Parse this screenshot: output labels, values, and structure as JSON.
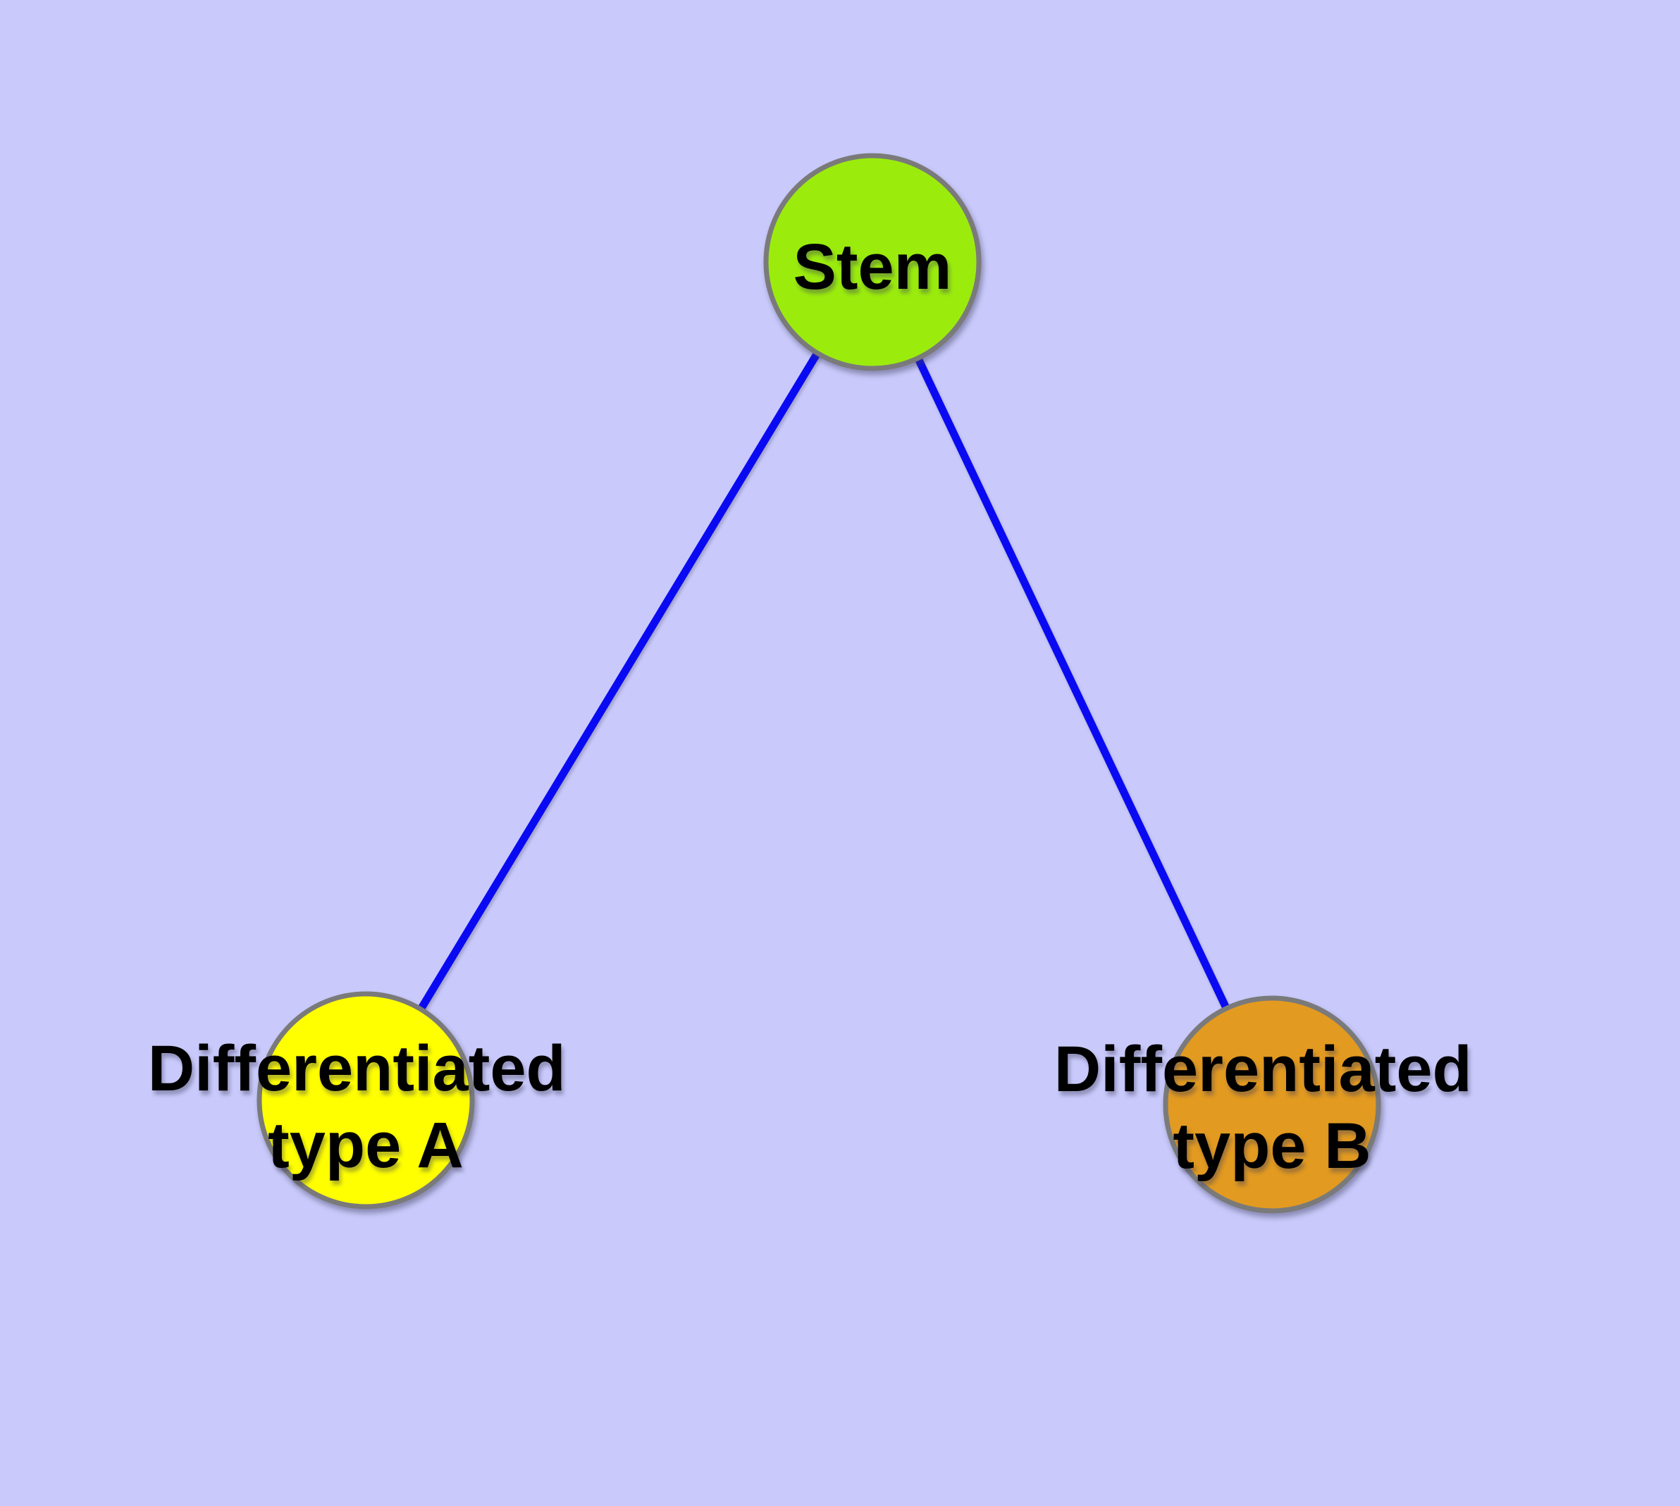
{
  "canvas": {
    "background_color": "#C9CAFB"
  },
  "graph": {
    "type": "node-link-diagram",
    "node_border_color": "#7A7A7A",
    "label_color": "#000000",
    "edge_color": "#0A0AF2",
    "nodes": [
      {
        "id": "stem",
        "label_lines": [
          "Stem"
        ],
        "fill": "#9BEC0D"
      },
      {
        "id": "differentiated-type-a",
        "label_lines": [
          "Differentiated",
          "type A"
        ],
        "fill": "#FFFF00"
      },
      {
        "id": "differentiated-type-b",
        "label_lines": [
          "Differentiated",
          "type B"
        ],
        "fill": "#E29A20"
      }
    ],
    "edges": [
      {
        "from": "stem",
        "to": "differentiated-type-a"
      },
      {
        "from": "stem",
        "to": "differentiated-type-b"
      }
    ]
  }
}
